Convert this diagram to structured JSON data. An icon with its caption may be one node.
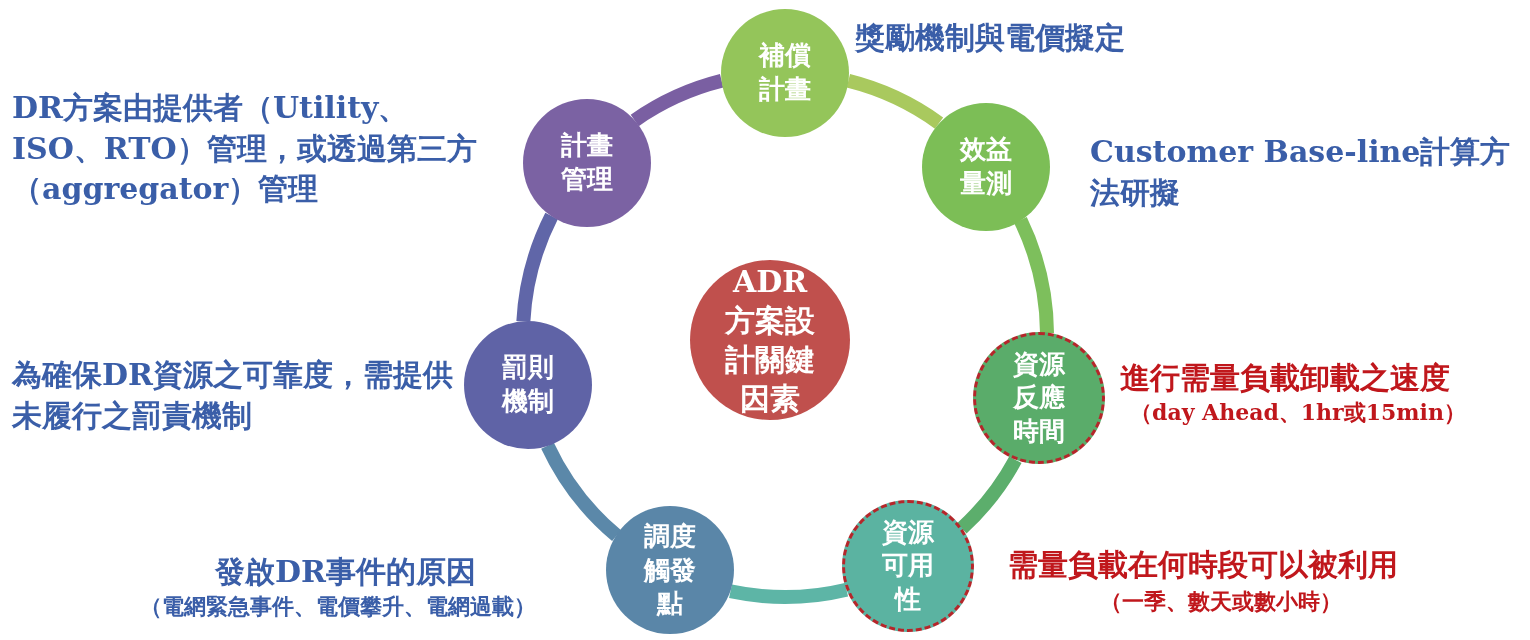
{
  "diagram": {
    "nodes": [
      {
        "text": [
          "補償計畫"
        ],
        "beside": [
          "獎勵機制與電價擬定"
        ]
      },
      {
        "text": [
          "效益量測"
        ],
        "beside": [
          "Customer Base-line計算方法研擬"
        ]
      },
      {
        "text": [
          "資源反應時間"
        ],
        "beside": [
          "進行需量負載卸載之速度",
          "（day Ahead、1hr或15min）"
        ]
      },
      {
        "text": [
          "資源可用性"
        ],
        "beside": [
          "需量負載在何時段可以被利用",
          "（一季、數天或數小時）"
        ]
      },
      {
        "text": [
          "調度觸發點"
        ],
        "beside": [
          "發啟DR事件的原因",
          "（電網緊急事件、電價攀升、電網過載）"
        ]
      },
      {
        "text": [
          "罰則機制"
        ],
        "beside": [
          "為確保DR資源之可靠度，需提供未履行之罰責機制"
        ]
      },
      {
        "text": [
          "計畫管理"
        ],
        "beside": [
          "DR方案由提供者（Utility、ISO、RTO）管理，或透過第三方（aggregator）管理"
        ]
      },
      {
        "text": [
          "ADR方案設計關鍵因素"
        ]
      }
    ],
    "edges": [
      {
        "from": 0,
        "to": 1,
        "arrow": "none",
        "color": "#a9c95e"
      },
      {
        "from": 1,
        "to": 2,
        "arrow": "none",
        "color": "#7dbf5c"
      },
      {
        "from": 2,
        "to": 3,
        "arrow": "none",
        "color": "#5cae6c"
      },
      {
        "from": 3,
        "to": 4,
        "arrow": "none",
        "color": "#5db5a6"
      },
      {
        "from": 4,
        "to": 5,
        "arrow": "none",
        "color": "#5b88a9"
      },
      {
        "from": 5,
        "to": 6,
        "arrow": "none",
        "color": "#6066a8"
      },
      {
        "from": 6,
        "to": 0,
        "arrow": "none",
        "color": "#7a5fa2"
      }
    ]
  }
}
